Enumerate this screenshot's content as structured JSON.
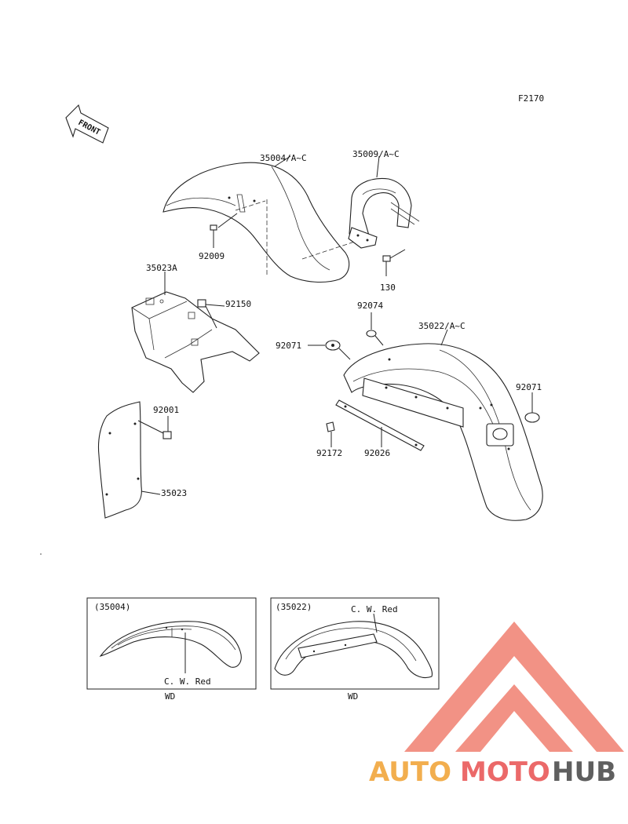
{
  "figure_code": "F2170",
  "front_label": "FRONT",
  "callouts": {
    "front_fender": "35004/A~C",
    "bracket_front": "35009/A~C",
    "bolt_130": "130",
    "screw_92009": "92009",
    "rear_frame": "35023A",
    "nut_92150": "92150",
    "bolt_92001": "92001",
    "flap_35023": "35023",
    "cap_92074": "92074",
    "rear_fender": "35022/A~C",
    "grommet_left": "92071",
    "grommet_right": "92071",
    "clip_92172": "92172",
    "strip_92026": "92026"
  },
  "inset_front": {
    "part": "(35004)",
    "note": "C. W. Red",
    "caption": "WD"
  },
  "inset_rear": {
    "part": "(35022)",
    "note": "C. W. Red",
    "caption": "WD"
  },
  "watermark": {
    "auto": "AUTO",
    "moto": "MOTO",
    "hub": "HUB",
    "colors": {
      "auto": "#f0a030",
      "moto": "#e85050",
      "hub": "#444444",
      "logo": "#f08070"
    }
  }
}
